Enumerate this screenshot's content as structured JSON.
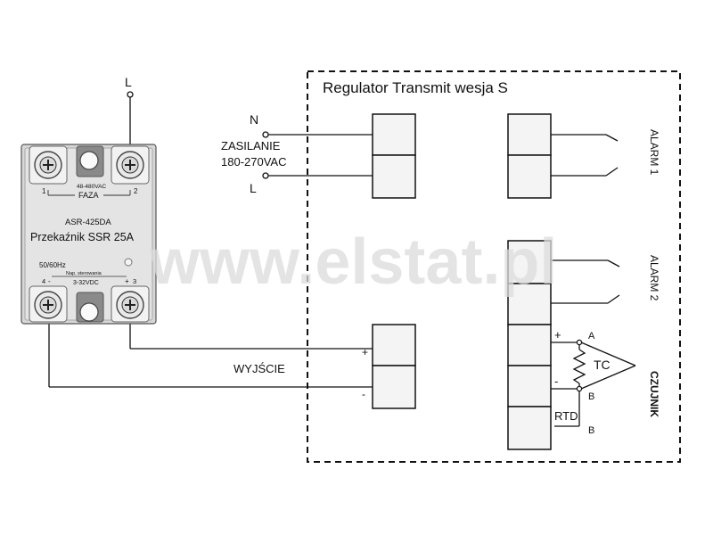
{
  "regulator": {
    "title": "Regulator Transmit wesja S"
  },
  "power": {
    "n": "N",
    "label_line1": "ZASILANIE",
    "label_line2": "180-270VAC",
    "l": "L"
  },
  "relay_top_l": "L",
  "ssr": {
    "model": "ASR-425DA",
    "name": "Przekaźnik SSR 25A",
    "ac_range": "48-480VAC",
    "faza": "FAZA",
    "freq": "50/60Hz",
    "input_title": "Nap. sterowania",
    "input_range": "3-32VDC",
    "pin1": "1",
    "pin2": "2",
    "pin3": "3",
    "pin4": "4",
    "plus": "+",
    "minus": "-"
  },
  "output": {
    "label": "WYJŚCIE",
    "plus": "+",
    "minus": "-"
  },
  "alarm1": "ALARM 1",
  "alarm2": "ALARM 2",
  "sensor": {
    "label": "CZUJNIK",
    "tc": "TC",
    "rtd": "RTD",
    "plus": "+",
    "minus": "-",
    "a": "A",
    "b1": "B",
    "b2": "B"
  },
  "watermark": "www.elstat.pl",
  "colors": {
    "line": "#111111",
    "terminal": "#f2f2f2",
    "ssr_body": "#d8d8d8",
    "watermark": "#dcdcdc"
  }
}
